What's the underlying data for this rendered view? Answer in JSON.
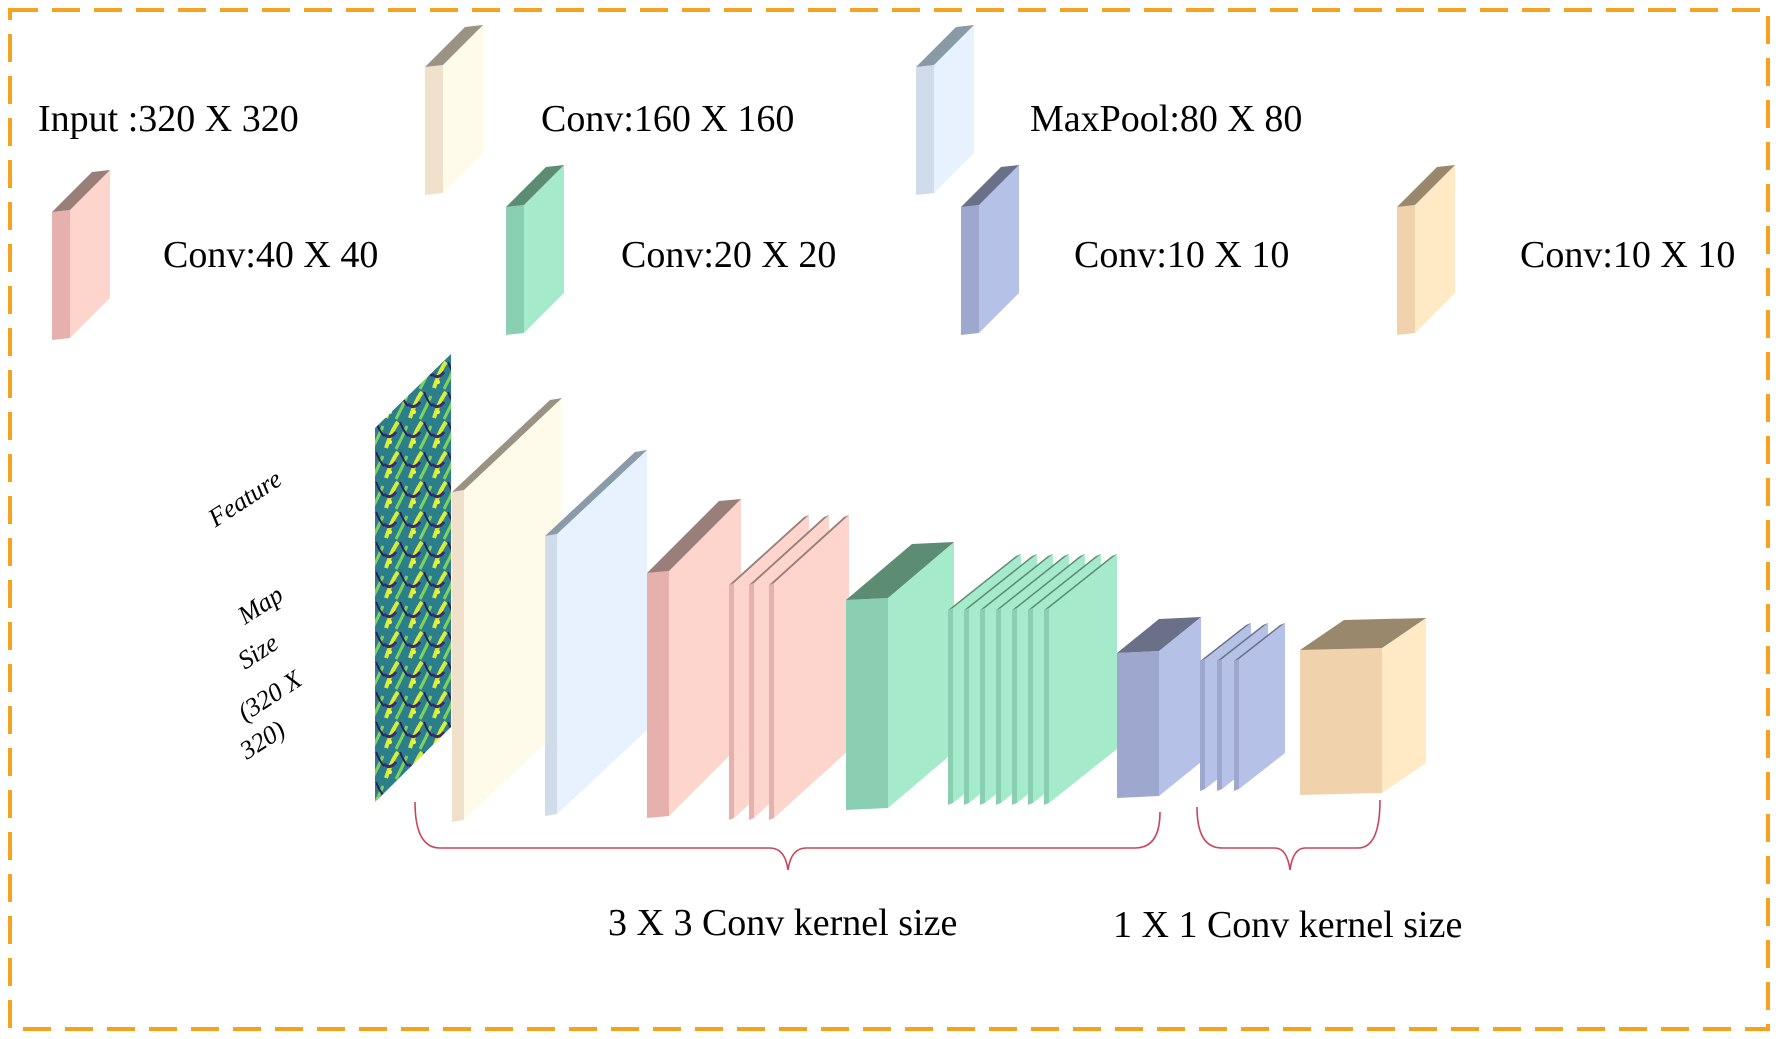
{
  "legend": [
    {
      "label": "Input :320 X 320"
    },
    {
      "label": "Conv:160 X 160",
      "colors": {
        "front": "#fffbea",
        "side": "#efe1cc",
        "top": "#9a9282"
      }
    },
    {
      "label": "MaxPool:80 X 80",
      "colors": {
        "front": "#e8f1fe",
        "side": "#d0dcea",
        "top": "#8a9aa8"
      }
    },
    {
      "label": "Conv:40 X 40",
      "colors": {
        "front": "#fdd5cc",
        "side": "#e6b0ac",
        "top": "#9a7e7a"
      }
    },
    {
      "label": "Conv:20 X 20",
      "colors": {
        "front": "#a5ebcb",
        "side": "#8acfb2",
        "top": "#5c8c72"
      }
    },
    {
      "label": "Conv:10 X 10",
      "colors": {
        "front": "#b6c1e8",
        "side": "#9ea8ce",
        "top": "#6a7088"
      }
    },
    {
      "label": "Conv:10 X 10",
      "colors": {
        "front": "#ffeac5",
        "side": "#f0d3ac",
        "top": "#9a886c"
      }
    }
  ],
  "feature_map_label": [
    "Feature",
    "Map",
    "Size",
    "(320 X",
    "320)"
  ],
  "kernel_labels": {
    "three": "3 X 3 Conv kernel size",
    "one": "1 X 1 Conv kernel size"
  },
  "colors": {
    "frame": "#f5a21e",
    "brace": "#c8465c",
    "heatmap_dark": "#3b2a6e",
    "heatmap_mid": "#2a8a8a",
    "heatmap_light": "#d6e83a"
  }
}
